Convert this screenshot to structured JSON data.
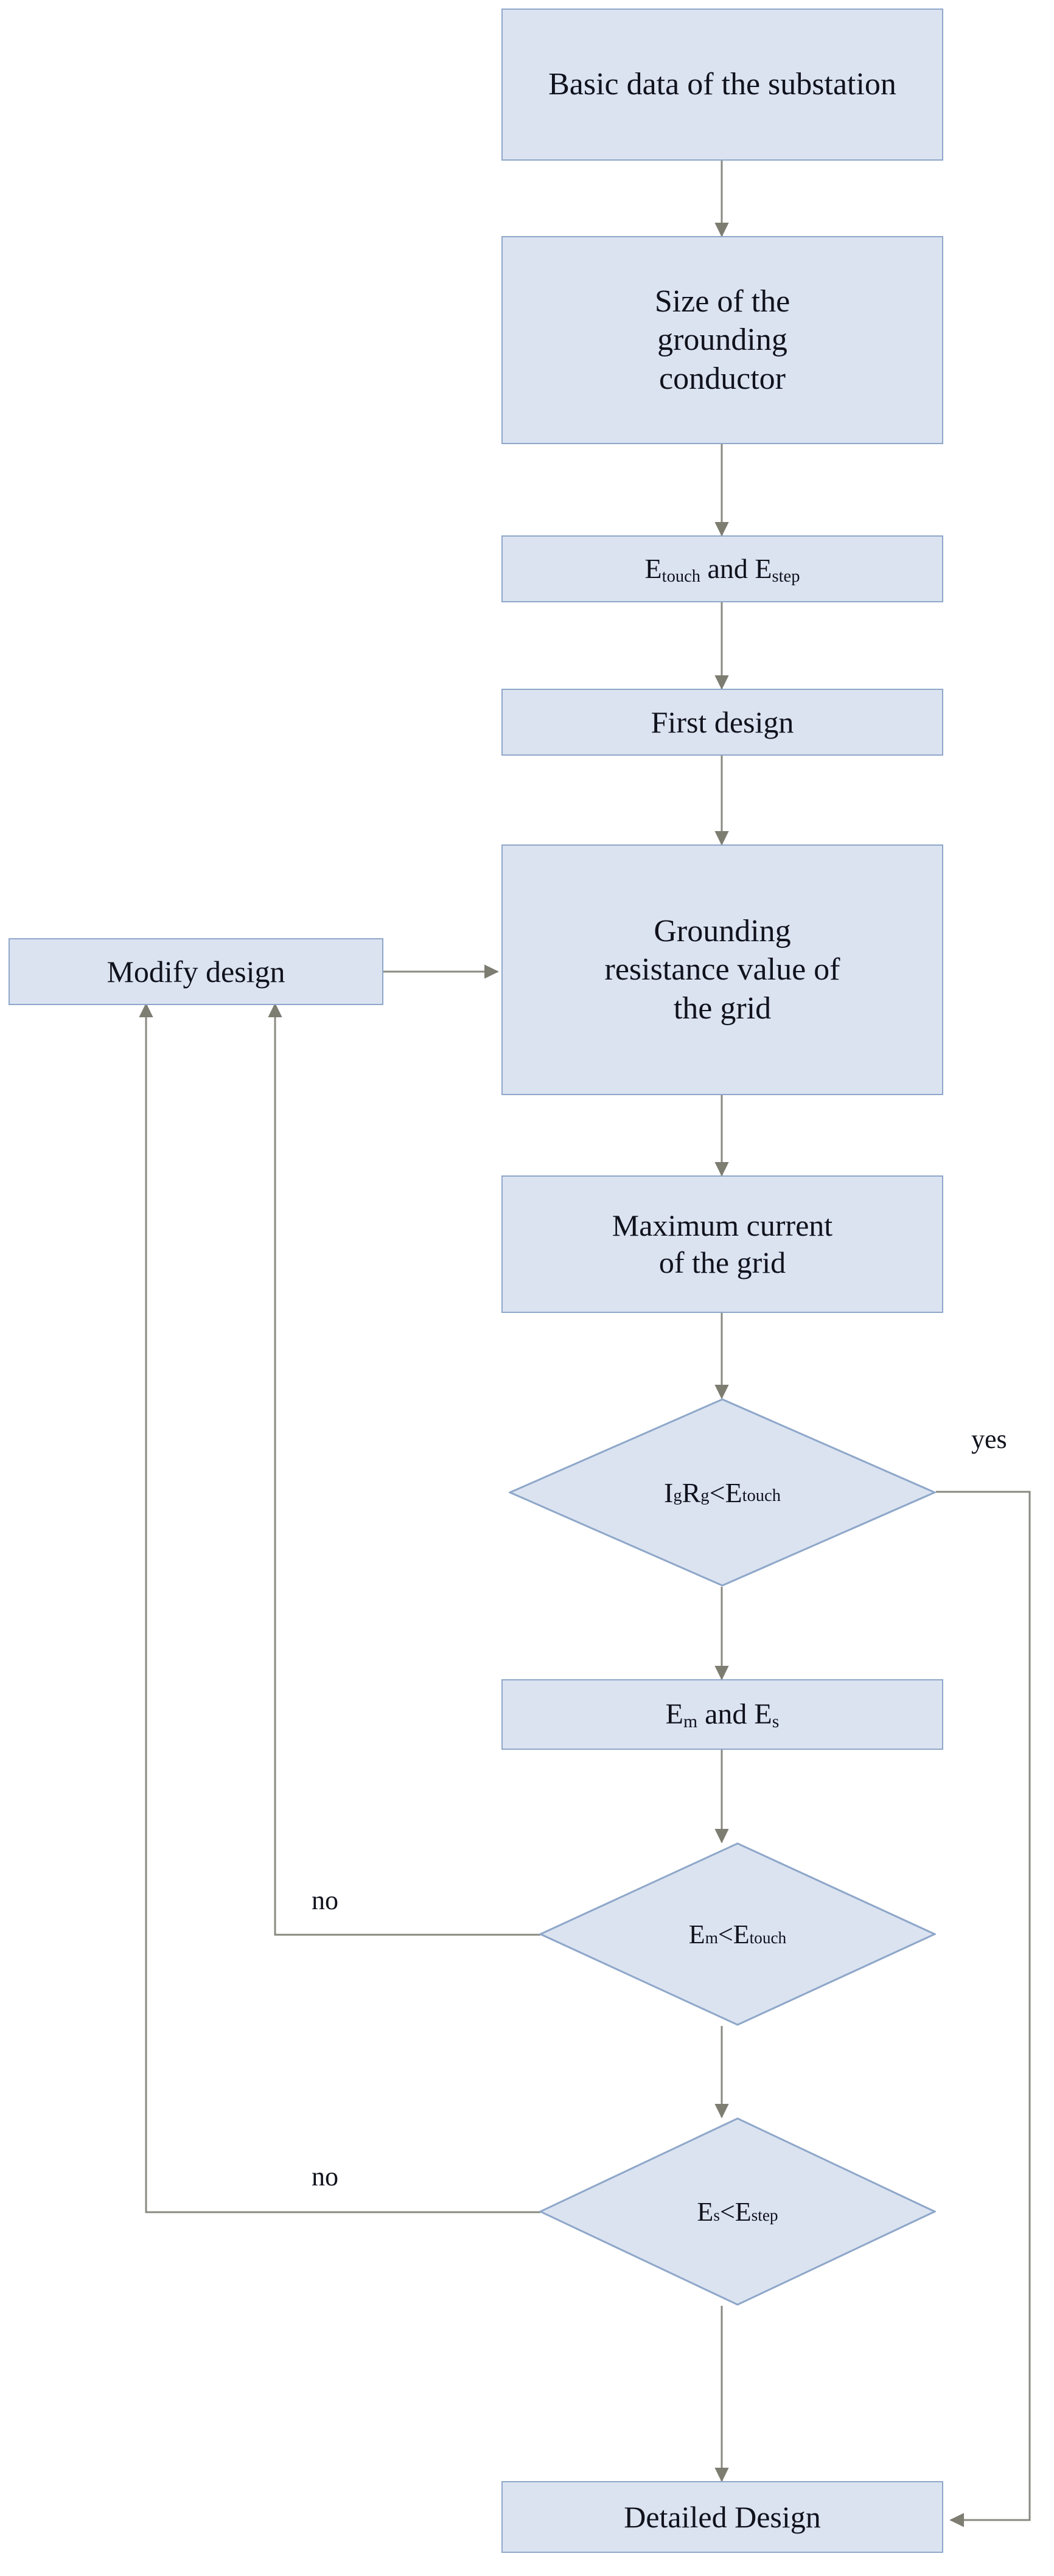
{
  "diagram": {
    "type": "flowchart",
    "title": "Substation grounding grid design flowchart",
    "colors": {
      "node_fill": "#dbe3f1",
      "node_border": "#8ea7c9",
      "connector": "#808080",
      "text": "#10121c",
      "background": "#ffffff"
    },
    "nodes": [
      {
        "id": "basic-data",
        "shape": "process",
        "label": "Basic data of the substation"
      },
      {
        "id": "conductor-size",
        "shape": "process",
        "label": "Size of the grounding conductor"
      },
      {
        "id": "etouch-estep",
        "shape": "process",
        "label": "Etouch and Estep",
        "parts": [
          {
            "base": "E",
            "sub": "touch"
          },
          {
            "text": " and "
          },
          {
            "base": "E",
            "sub": "step"
          }
        ]
      },
      {
        "id": "first-design",
        "shape": "process",
        "label": "First design"
      },
      {
        "id": "grounding-resistance",
        "shape": "process",
        "label": "Grounding resistance value of the grid"
      },
      {
        "id": "maximum-current",
        "shape": "process",
        "label": "Maximum current of the grid"
      },
      {
        "id": "modify-design",
        "shape": "process",
        "label": "Modify design"
      },
      {
        "id": "igrg-etouch",
        "shape": "decision",
        "label": "IgRg<Etouch",
        "parts": [
          {
            "base": "I",
            "sub": "g"
          },
          {
            "base": "R",
            "sub": "g"
          },
          {
            "text": "<"
          },
          {
            "base": "E",
            "sub": "touch"
          }
        ]
      },
      {
        "id": "em-es",
        "shape": "process",
        "label": "Em and Es",
        "parts": [
          {
            "base": "E",
            "sub": "m"
          },
          {
            "text": " and "
          },
          {
            "base": "E",
            "sub": "s"
          }
        ]
      },
      {
        "id": "em-etouch",
        "shape": "decision",
        "label": "Em<Etouch",
        "parts": [
          {
            "base": "E",
            "sub": "m"
          },
          {
            "text": "<"
          },
          {
            "base": "E",
            "sub": "touch"
          }
        ]
      },
      {
        "id": "es-estep",
        "shape": "decision",
        "label": "Es<Estep",
        "parts": [
          {
            "base": "E",
            "sub": "s"
          },
          {
            "text": "<"
          },
          {
            "base": "E",
            "sub": "step"
          }
        ]
      },
      {
        "id": "detailed-design",
        "shape": "process",
        "label": "Detailed Design"
      }
    ],
    "edge_labels": [
      {
        "id": "yes-label",
        "text": "yes",
        "from": "igrg-etouch",
        "to": "detailed-design"
      },
      {
        "id": "no-label-1",
        "text": "no",
        "from": "em-etouch",
        "to": "modify-design"
      },
      {
        "id": "no-label-2",
        "text": "no",
        "from": "es-estep",
        "to": "modify-design"
      }
    ],
    "edges": [
      {
        "from": "basic-data",
        "to": "conductor-size",
        "label": ""
      },
      {
        "from": "conductor-size",
        "to": "etouch-estep",
        "label": ""
      },
      {
        "from": "etouch-estep",
        "to": "first-design",
        "label": ""
      },
      {
        "from": "first-design",
        "to": "grounding-resistance",
        "label": ""
      },
      {
        "from": "modify-design",
        "to": "grounding-resistance",
        "label": ""
      },
      {
        "from": "grounding-resistance",
        "to": "maximum-current",
        "label": ""
      },
      {
        "from": "maximum-current",
        "to": "igrg-etouch",
        "label": ""
      },
      {
        "from": "igrg-etouch",
        "to": "em-es",
        "label": ""
      },
      {
        "from": "igrg-etouch",
        "to": "detailed-design",
        "label": "yes"
      },
      {
        "from": "em-es",
        "to": "em-etouch",
        "label": ""
      },
      {
        "from": "em-etouch",
        "to": "es-estep",
        "label": ""
      },
      {
        "from": "em-etouch",
        "to": "modify-design",
        "label": "no"
      },
      {
        "from": "es-estep",
        "to": "detailed-design",
        "label": ""
      },
      {
        "from": "es-estep",
        "to": "modify-design",
        "label": "no"
      }
    ]
  }
}
